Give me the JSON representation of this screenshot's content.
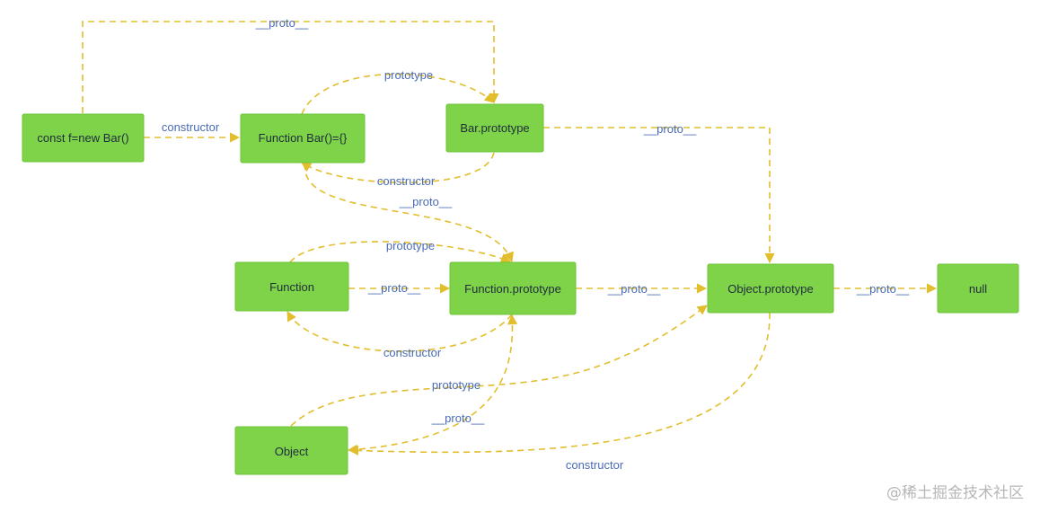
{
  "colors": {
    "node_fill": "#7ed348",
    "edge": "#e2be2c",
    "edge_label": "#4a6bb7",
    "background": "#ffffff"
  },
  "nodes": {
    "const_f": "const f=new Bar()",
    "function_bar": "Function Bar()={}",
    "bar_prototype": "Bar.prototype",
    "function": "Function",
    "function_prototype": "Function.prototype",
    "object_prototype": "Object.prototype",
    "null": "null",
    "object": "Object"
  },
  "edges": {
    "const_f_proto": "__proto__",
    "const_f_constructor": "constructor",
    "function_bar_prototype": "prototype",
    "bar_prototype_constructor": "constructor",
    "bar_prototype_proto": "__proto__",
    "function_bar_proto": "__proto__",
    "function_prototype_link": "prototype",
    "function_proto": "__proto__",
    "function_prototype_constructor": "constructor",
    "function_prototype_proto": "__proto__",
    "object_prototype_proto": "__proto__",
    "object_prototype_link": "prototype",
    "object_proto": "__proto__",
    "object_prototype_constructor": "constructor"
  },
  "watermark": "@稀土掘金技术社区"
}
